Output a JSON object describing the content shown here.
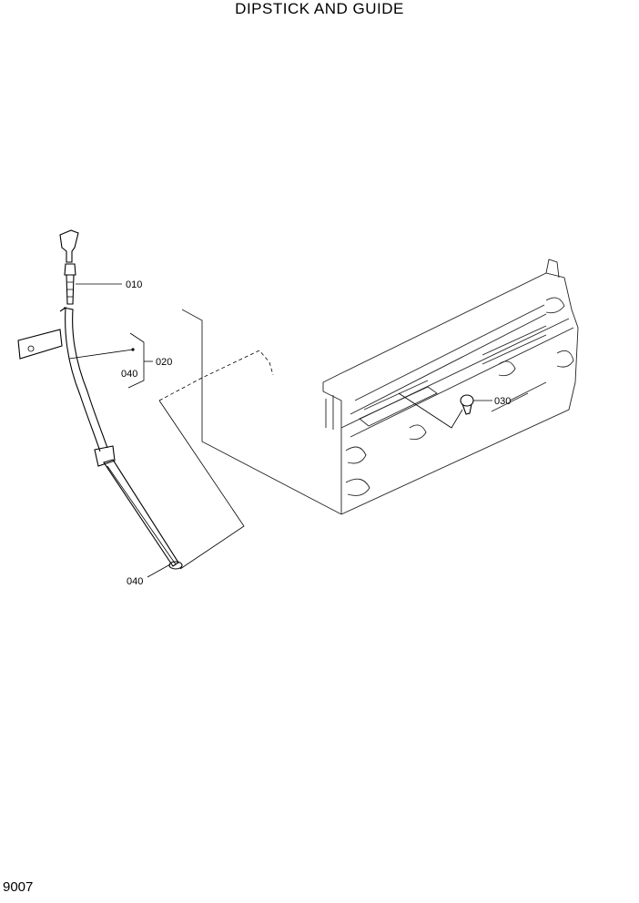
{
  "title": "DIPSTICK AND GUIDE",
  "page_number": "9007",
  "callouts": {
    "c010": "010",
    "c020": "020",
    "c040_upper": "040",
    "c030": "030",
    "c040_lower": "040"
  }
}
